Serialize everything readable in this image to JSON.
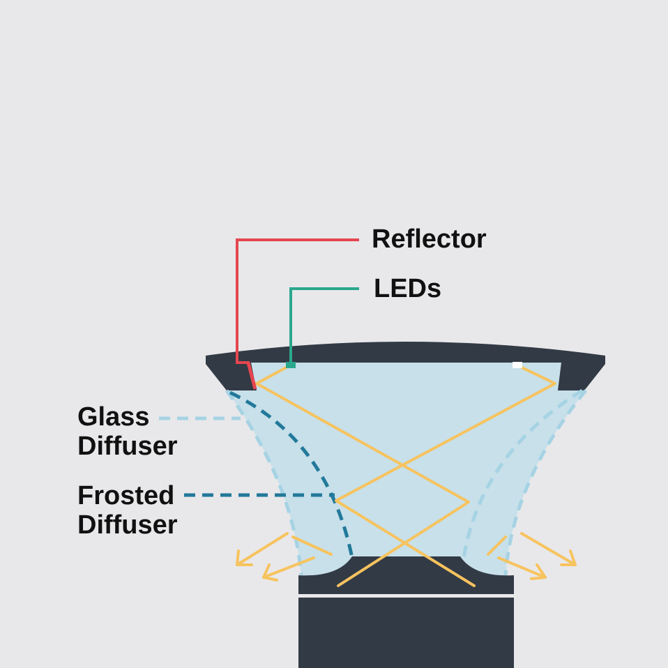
{
  "labels": {
    "reflector": "Reflector",
    "leds": "LEDs",
    "glass_diffuser": [
      "Glass",
      "Diffuser"
    ],
    "frosted_diffuser": [
      "Frosted",
      "Diffuser"
    ]
  },
  "colors": {
    "background": "#e8e8ea",
    "body": "#323a45",
    "glass": "#c7e0ea",
    "light_rays": "#f7c35f",
    "reflector": "#e5464f",
    "leds": "#2aa78c",
    "glass_diffuser": "#a6d3e4",
    "frosted_diffuser": "#22799a"
  }
}
